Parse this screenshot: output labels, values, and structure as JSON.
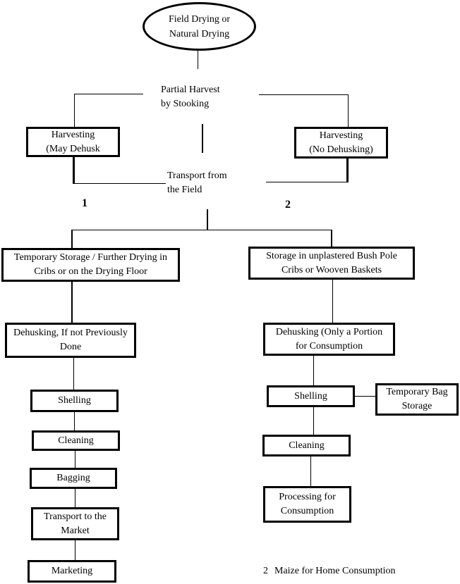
{
  "page": {
    "background_color": "#ffffff",
    "stroke_color": "#000000"
  },
  "nodes": {
    "field_drying": {
      "line1": "Field Drying or",
      "line2": "Natural Drying"
    },
    "partial_harvest": {
      "line1": "Partial Harvest",
      "line2": "by Stooking"
    },
    "harvesting_left": {
      "line1": "Harvesting",
      "line2": "(May Dehusk"
    },
    "harvesting_right": {
      "line1": "Harvesting",
      "line2": "(No Dehusking)"
    },
    "transport_field": {
      "line1": "Transport from",
      "line2": "the Field"
    },
    "temp_storage": {
      "line1": "Temporary Storage / Further Drying in",
      "line2": "Cribs or on the Drying Floor"
    },
    "storage_bush_pole": {
      "line1": "Storage in unplastered Bush Pole",
      "line2": "Cribs or Wooven Baskets"
    },
    "dehusking_left": {
      "line1": "Dehusking, If not Previously",
      "line2": "Done"
    },
    "dehusking_right": {
      "line1": "Dehusking (Only a Portion",
      "line2": "for Consumption"
    },
    "shelling_left": {
      "line1": "Shelling"
    },
    "shelling_right": {
      "line1": "Shelling"
    },
    "temporary_bag_storage": {
      "line1": "Temporary Bag",
      "line2": "Storage"
    },
    "cleaning_left": {
      "line1": "Cleaning"
    },
    "cleaning_right": {
      "line1": "Cleaning"
    },
    "bagging": {
      "line1": "Bagging"
    },
    "transport_market": {
      "line1": "Transport to the",
      "line2": "Market"
    },
    "marketing": {
      "line1": "Marketing"
    },
    "processing": {
      "line1": "Processing for",
      "line2": "Consumption"
    }
  },
  "labels": {
    "path1": "1",
    "path2": "2"
  },
  "footnote": {
    "marker": "2",
    "text": "Maize for Home Consumption"
  }
}
